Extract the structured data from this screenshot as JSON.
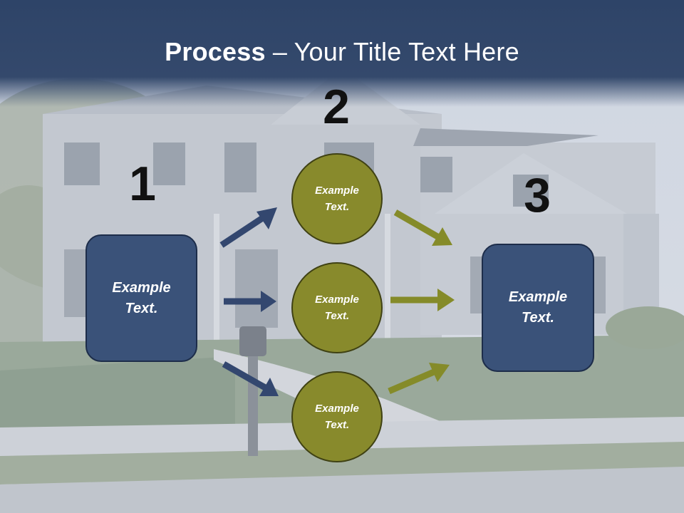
{
  "title": {
    "bold": "Process",
    "rest": " – Your Title Text Here"
  },
  "steps": [
    {
      "number": "1",
      "label": "Example\nText."
    },
    {
      "number": "2",
      "label": "Example\nText."
    },
    {
      "number": "3",
      "label": "Example\nText."
    }
  ],
  "circles": [
    {
      "label": "Example\nText."
    },
    {
      "label": "Example\nText."
    },
    {
      "label": "Example\nText."
    }
  ],
  "colors": {
    "header": "#2e4468",
    "box_fill": "#3a5279",
    "circle_fill": "#888a2c",
    "arrow_blue": "#33476f",
    "arrow_olive": "#858b29"
  }
}
